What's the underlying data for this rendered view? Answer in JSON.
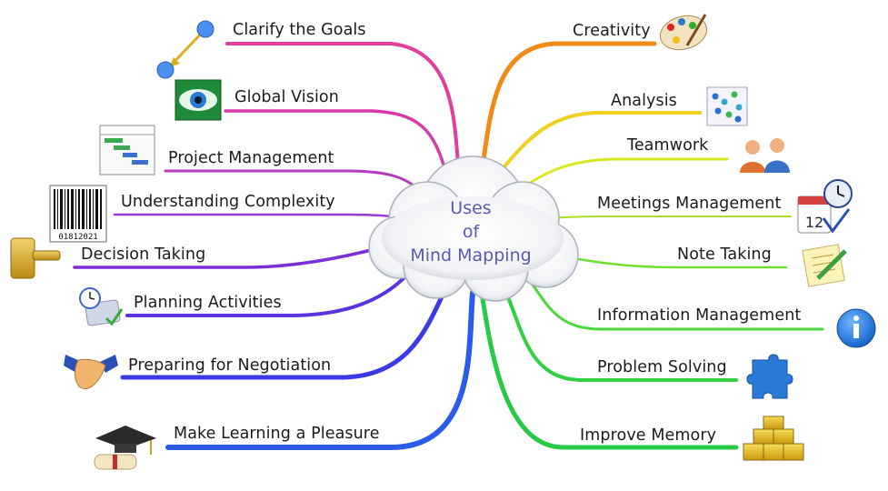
{
  "center": {
    "line1": "Uses",
    "line2": "of",
    "line3": "Mind Mapping"
  },
  "left_branches": [
    {
      "label": "Clarify the Goals",
      "color": "#e0409a",
      "icon": "goal-arrow-icon"
    },
    {
      "label": "Global Vision",
      "color": "#d63aa8",
      "icon": "eye-icon"
    },
    {
      "label": "Project Management",
      "color": "#b63ac0",
      "icon": "gantt-chart-icon"
    },
    {
      "label": "Understanding Complexity",
      "color": "#9a3ad0",
      "icon": "barcode-icon"
    },
    {
      "label": "Decision Taking",
      "color": "#7a2fd8",
      "icon": "gavel-icon"
    },
    {
      "label": "Planning Activities",
      "color": "#5a32e0",
      "icon": "schedule-icon"
    },
    {
      "label": "Preparing for Negotiation",
      "color": "#3a3ae6",
      "icon": "handshake-icon"
    },
    {
      "label": "Make Learning a Pleasure",
      "color": "#2a5ce8",
      "icon": "graduation-cap-icon"
    }
  ],
  "right_branches": [
    {
      "label": "Creativity",
      "color": "#f08a18",
      "icon": "palette-icon"
    },
    {
      "label": "Analysis",
      "color": "#f0d020",
      "icon": "scatter-plot-icon"
    },
    {
      "label": "Teamwork",
      "color": "#d8e820",
      "icon": "people-icon"
    },
    {
      "label": "Meetings Management",
      "color": "#a8e028",
      "icon": "calendar-clock-icon"
    },
    {
      "label": "Note Taking",
      "color": "#70e030",
      "icon": "note-pencil-icon"
    },
    {
      "label": "Information Management",
      "color": "#48d838",
      "icon": "info-icon"
    },
    {
      "label": "Problem Solving",
      "color": "#30d040",
      "icon": "puzzle-icon"
    },
    {
      "label": "Improve Memory",
      "color": "#28c848",
      "icon": "gold-blocks-icon"
    }
  ],
  "icon_texts": {
    "barcode_digits": "01812021",
    "calendar_day": "12"
  }
}
